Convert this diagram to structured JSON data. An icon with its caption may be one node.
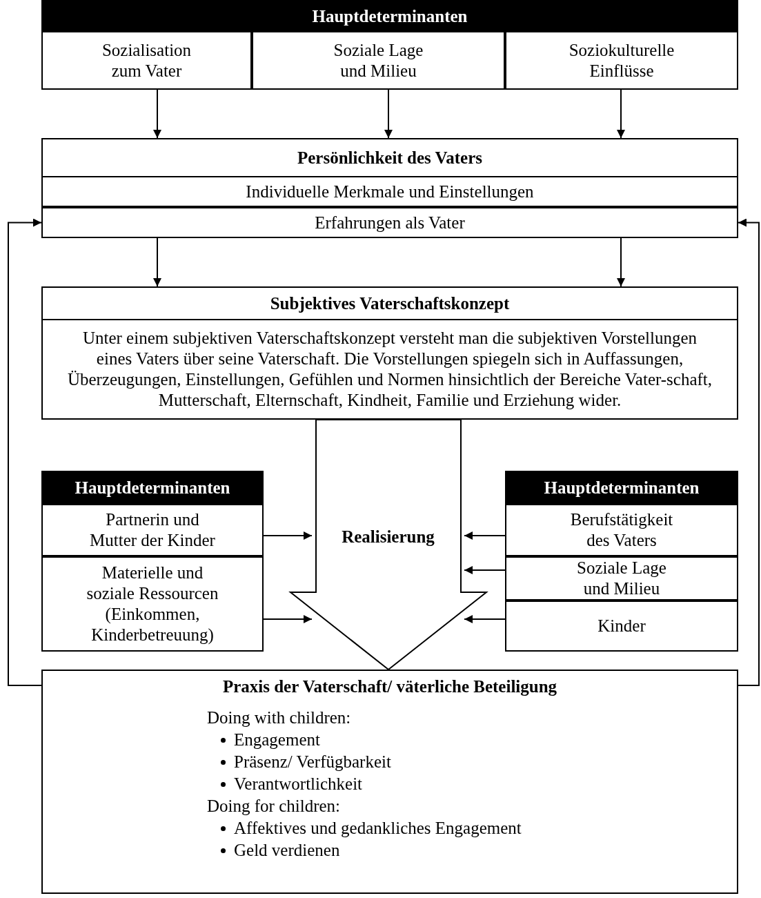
{
  "diagram": {
    "nodes": [
      {
        "text": [
          "Hauptdeterminanten"
        ]
      },
      {
        "text": [
          "Sozialisation zum Vater"
        ],
        "in": 0
      },
      {
        "text": [
          "Soziale Lage und Milieu"
        ],
        "in": 0
      },
      {
        "text": [
          "Soziokulturelle Einflüsse"
        ],
        "in": 0
      },
      {
        "text": [
          "Persönlichkeit des Vaters"
        ]
      },
      {
        "text": [
          "Individuelle Merkmale und Einstellungen"
        ],
        "in": 4
      },
      {
        "text": [
          "Erfahrungen als Vater"
        ],
        "in": 4
      },
      {
        "text": [
          "Subjektives Vaterschaftskonzept",
          "Unter einem subjektiven Vaterschaftskonzept versteht man die subjektiven Vorstellungen eines Vaters über seine Vaterschaft. Die Vorstellungen spiegeln sich in Auffassungen, Überzeugungen, Einstellungen, Gefühlen und Normen hinsichtlich der Bereiche Vater-schaft, Mutterschaft, Elternschaft, Kindheit, Familie und Erziehung wider."
        ]
      },
      {
        "text": [
          "Hauptdeterminanten"
        ]
      },
      {
        "text": [
          "Partnerin und Mutter der Kinder"
        ],
        "in": 8
      },
      {
        "text": [
          "Materielle und soziale Ressourcen (Einkommen, Kinderbetreuung)"
        ],
        "in": 8
      },
      {
        "text": [
          "Realisierung"
        ]
      },
      {
        "text": [
          "Hauptdeterminanten"
        ]
      },
      {
        "text": [
          "Berufstätigkeit des Vaters"
        ],
        "in": 12
      },
      {
        "text": [
          "Soziale Lage und Milieu"
        ],
        "in": 12
      },
      {
        "text": [
          "Kinder"
        ],
        "in": 12
      },
      {
        "text": [
          "Praxis der Vaterschaft/ väterliche Beteiligung"
        ]
      },
      {
        "text": [
          "Doing with children:",
          "Engagement",
          "Präsenz/ Verfügbarkeit",
          "Verantwortlichkeit",
          "Doing for children:",
          "Affektives und gedankliches Engagement",
          "Geld verdienen"
        ],
        "in": 16
      }
    ],
    "edges": [
      {
        "from": 1,
        "to": 4,
        "arrow": "to"
      },
      {
        "from": 2,
        "to": 4,
        "arrow": "to"
      },
      {
        "from": 3,
        "to": 4,
        "arrow": "to"
      },
      {
        "from": 4,
        "to": 7,
        "arrow": "to"
      },
      {
        "from": 4,
        "to": 7,
        "arrow": "to"
      },
      {
        "from": 9,
        "to": 11,
        "arrow": "to"
      },
      {
        "from": 10,
        "to": 11,
        "arrow": "to"
      },
      {
        "from": 13,
        "to": 11,
        "arrow": "to"
      },
      {
        "from": 14,
        "to": 11,
        "arrow": "to"
      },
      {
        "from": 15,
        "to": 11,
        "arrow": "to"
      },
      {
        "from": 16,
        "to": 6,
        "arrow": "to"
      },
      {
        "from": 16,
        "to": 6,
        "arrow": "to"
      },
      {
        "from": 7,
        "to": 16,
        "arrow": "to"
      }
    ]
  }
}
